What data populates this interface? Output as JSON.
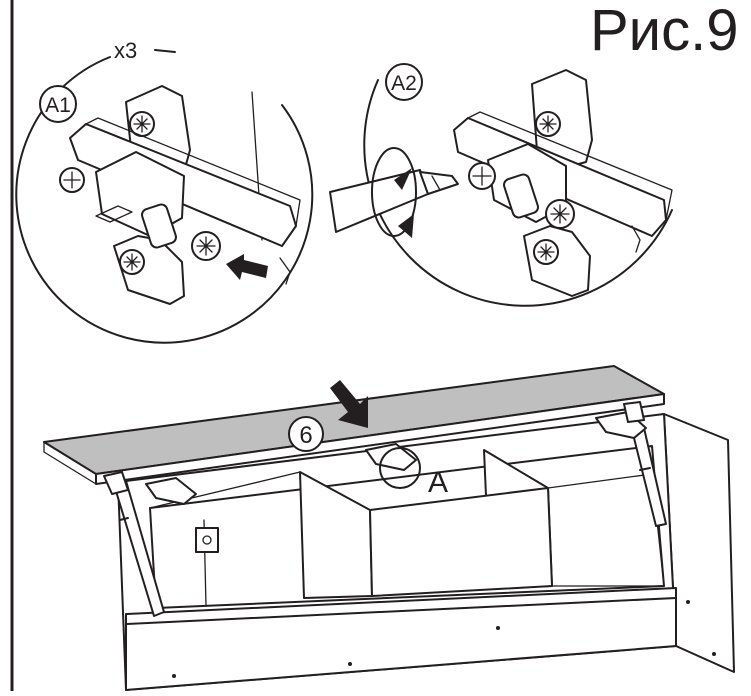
{
  "figure": {
    "title": "Рис.9",
    "multiplier": "x3",
    "callouts": {
      "a1": "A1",
      "a2": "A2",
      "part_number": "6",
      "detail_marker": "A"
    }
  },
  "colors": {
    "ink": "#231f20",
    "panel_fill": "#bfbfbf",
    "background": "#ffffff"
  }
}
